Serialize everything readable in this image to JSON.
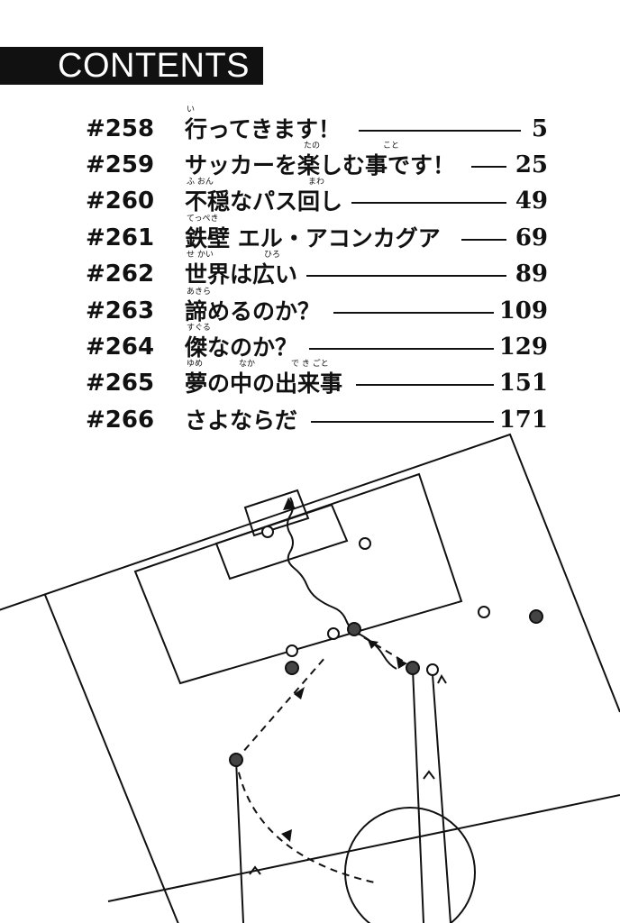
{
  "header": {
    "title": "CONTENTS"
  },
  "chapters": [
    {
      "number": "#258",
      "title": "行ってきます！",
      "page": "5",
      "ruby": [
        {
          "text": "い",
          "offset": 2
        }
      ],
      "leader": [
        398,
        578
      ]
    },
    {
      "number": "#259",
      "title": "サッカーを楽しむ事です！",
      "page": "25",
      "ruby": [
        {
          "text": "たの",
          "offset": 132
        },
        {
          "text": "こと",
          "offset": 220
        }
      ],
      "leader": [
        523,
        562
      ]
    },
    {
      "number": "#260",
      "title": "不穏なパス回し",
      "page": "49",
      "ruby": [
        {
          "text": "ふ おん",
          "offset": 2
        },
        {
          "text": "まわ",
          "offset": 137
        }
      ],
      "leader": [
        390,
        562
      ]
    },
    {
      "number": "#261",
      "title": "鉄壁 エル・アコンカグア",
      "page": "69",
      "ruby": [
        {
          "text": "てっぺき",
          "offset": 2
        }
      ],
      "leader": [
        512,
        562
      ]
    },
    {
      "number": "#262",
      "title": "世界は広い",
      "page": "89",
      "ruby": [
        {
          "text": "せ かい",
          "offset": 2
        },
        {
          "text": "ひろ",
          "offset": 88
        }
      ],
      "leader": [
        340,
        562
      ]
    },
    {
      "number": "#263",
      "title": "諦めるのか？",
      "page": "109",
      "ruby": [
        {
          "text": "あきら",
          "offset": 2
        }
      ],
      "leader": [
        370,
        548
      ]
    },
    {
      "number": "#264",
      "title": "傑なのか？",
      "page": "129",
      "ruby": [
        {
          "text": "すぐる",
          "offset": 2
        }
      ],
      "leader": [
        343,
        548
      ]
    },
    {
      "number": "#265",
      "title": "夢の中の出来事",
      "page": "151",
      "ruby": [
        {
          "text": "ゆめ",
          "offset": 2
        },
        {
          "text": "なか",
          "offset": 60
        },
        {
          "text": "で  き ごと",
          "offset": 118
        }
      ],
      "leader": [
        395,
        548
      ]
    },
    {
      "number": "#266",
      "title": "さよならだ",
      "page": "171",
      "ruby": [],
      "leader": [
        345,
        548
      ]
    }
  ],
  "colors": {
    "ink": "#111111",
    "paper": "#ffffff"
  },
  "icons": {
    "illustration": "soccer-field-play-diagram-icon"
  }
}
